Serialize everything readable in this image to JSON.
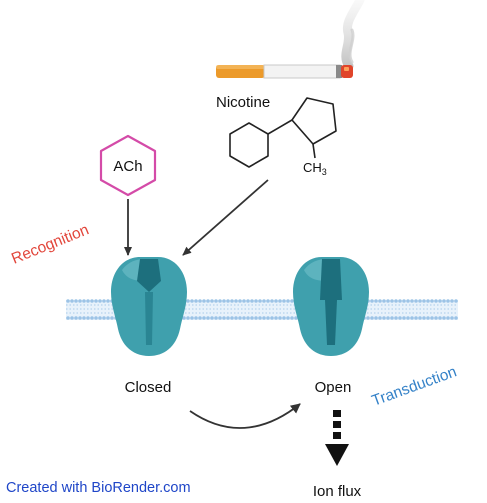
{
  "labels": {
    "nicotine": "Nicotine",
    "ach": "ACh",
    "ch3": "CH",
    "ch3_subscript": "3",
    "recognition": "Recognition",
    "transduction": "Transduction",
    "closed": "Closed",
    "open": "Open",
    "ion_flux": "Ion flux"
  },
  "credit": "Created with BioRender.com",
  "colors": {
    "channel_main": "#3fa0ad",
    "channel_dark": "#1d6f7d",
    "channel_light": "#72c0c9",
    "membrane_head": "#b5d6f2",
    "membrane_tail": "#9cc3e6",
    "ach_border": "#d44ba8",
    "recognition_text": "#e2463b",
    "transduction_text": "#3582c8",
    "credit_text": "#1f46c8",
    "cigarette_filter": "#ec9a2a",
    "cigarette_tip": "#e0442a",
    "arrow": "#333333"
  }
}
